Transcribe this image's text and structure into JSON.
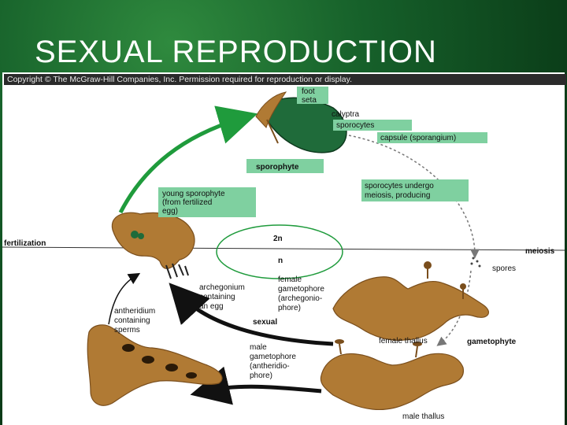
{
  "slide": {
    "title": "SEXUAL REPRODUCTION",
    "copyright": "Copyright © The McGraw-Hill Companies, Inc. Permission required for reproduction or display."
  },
  "diagram": {
    "labels": {
      "foot": "foot",
      "seta": "seta",
      "calyptra": "calyptra",
      "sporocytes": "sporocytes",
      "capsule": "capsule (sporangium)",
      "sporophyte": "sporophyte",
      "sporocytes_meiosis_1": "sporocytes undergo",
      "sporocytes_meiosis_2": "meiosis, producing",
      "young_sporophyte_1": "young sporophyte",
      "young_sporophyte_2": "(from fertilized",
      "young_sporophyte_3": "egg)",
      "fertilization": "fertilization",
      "meiosis": "meiosis",
      "two_n": "2n",
      "n": "n",
      "spores": "spores",
      "archegonium_1": "archegonium",
      "archegonium_2": "containing",
      "archegonium_3": "an egg",
      "female_gametophore_1": "female",
      "female_gametophore_2": "gametophore",
      "female_gametophore_3": "(archegonio-",
      "female_gametophore_4": "phore)",
      "antheridium_1": "antheridium",
      "antheridium_2": "containing",
      "antheridium_3": "sperms",
      "sexual": "sexual",
      "female_thallus": "female thallus",
      "gametophyte": "gametophyte",
      "male_gametophore_1": "male",
      "male_gametophore_2": "gametophore",
      "male_gametophore_3": "(antheridio-",
      "male_gametophore_4": "phore)",
      "male_thallus": "male thallus"
    },
    "colors": {
      "label_bg": "#7fd0a0",
      "plant": "#b07a34",
      "plant_dark": "#7a4e1c",
      "green_arrow": "#1f9b3c",
      "black_arrow": "#111111",
      "capsule": "#1f6b3a"
    }
  }
}
